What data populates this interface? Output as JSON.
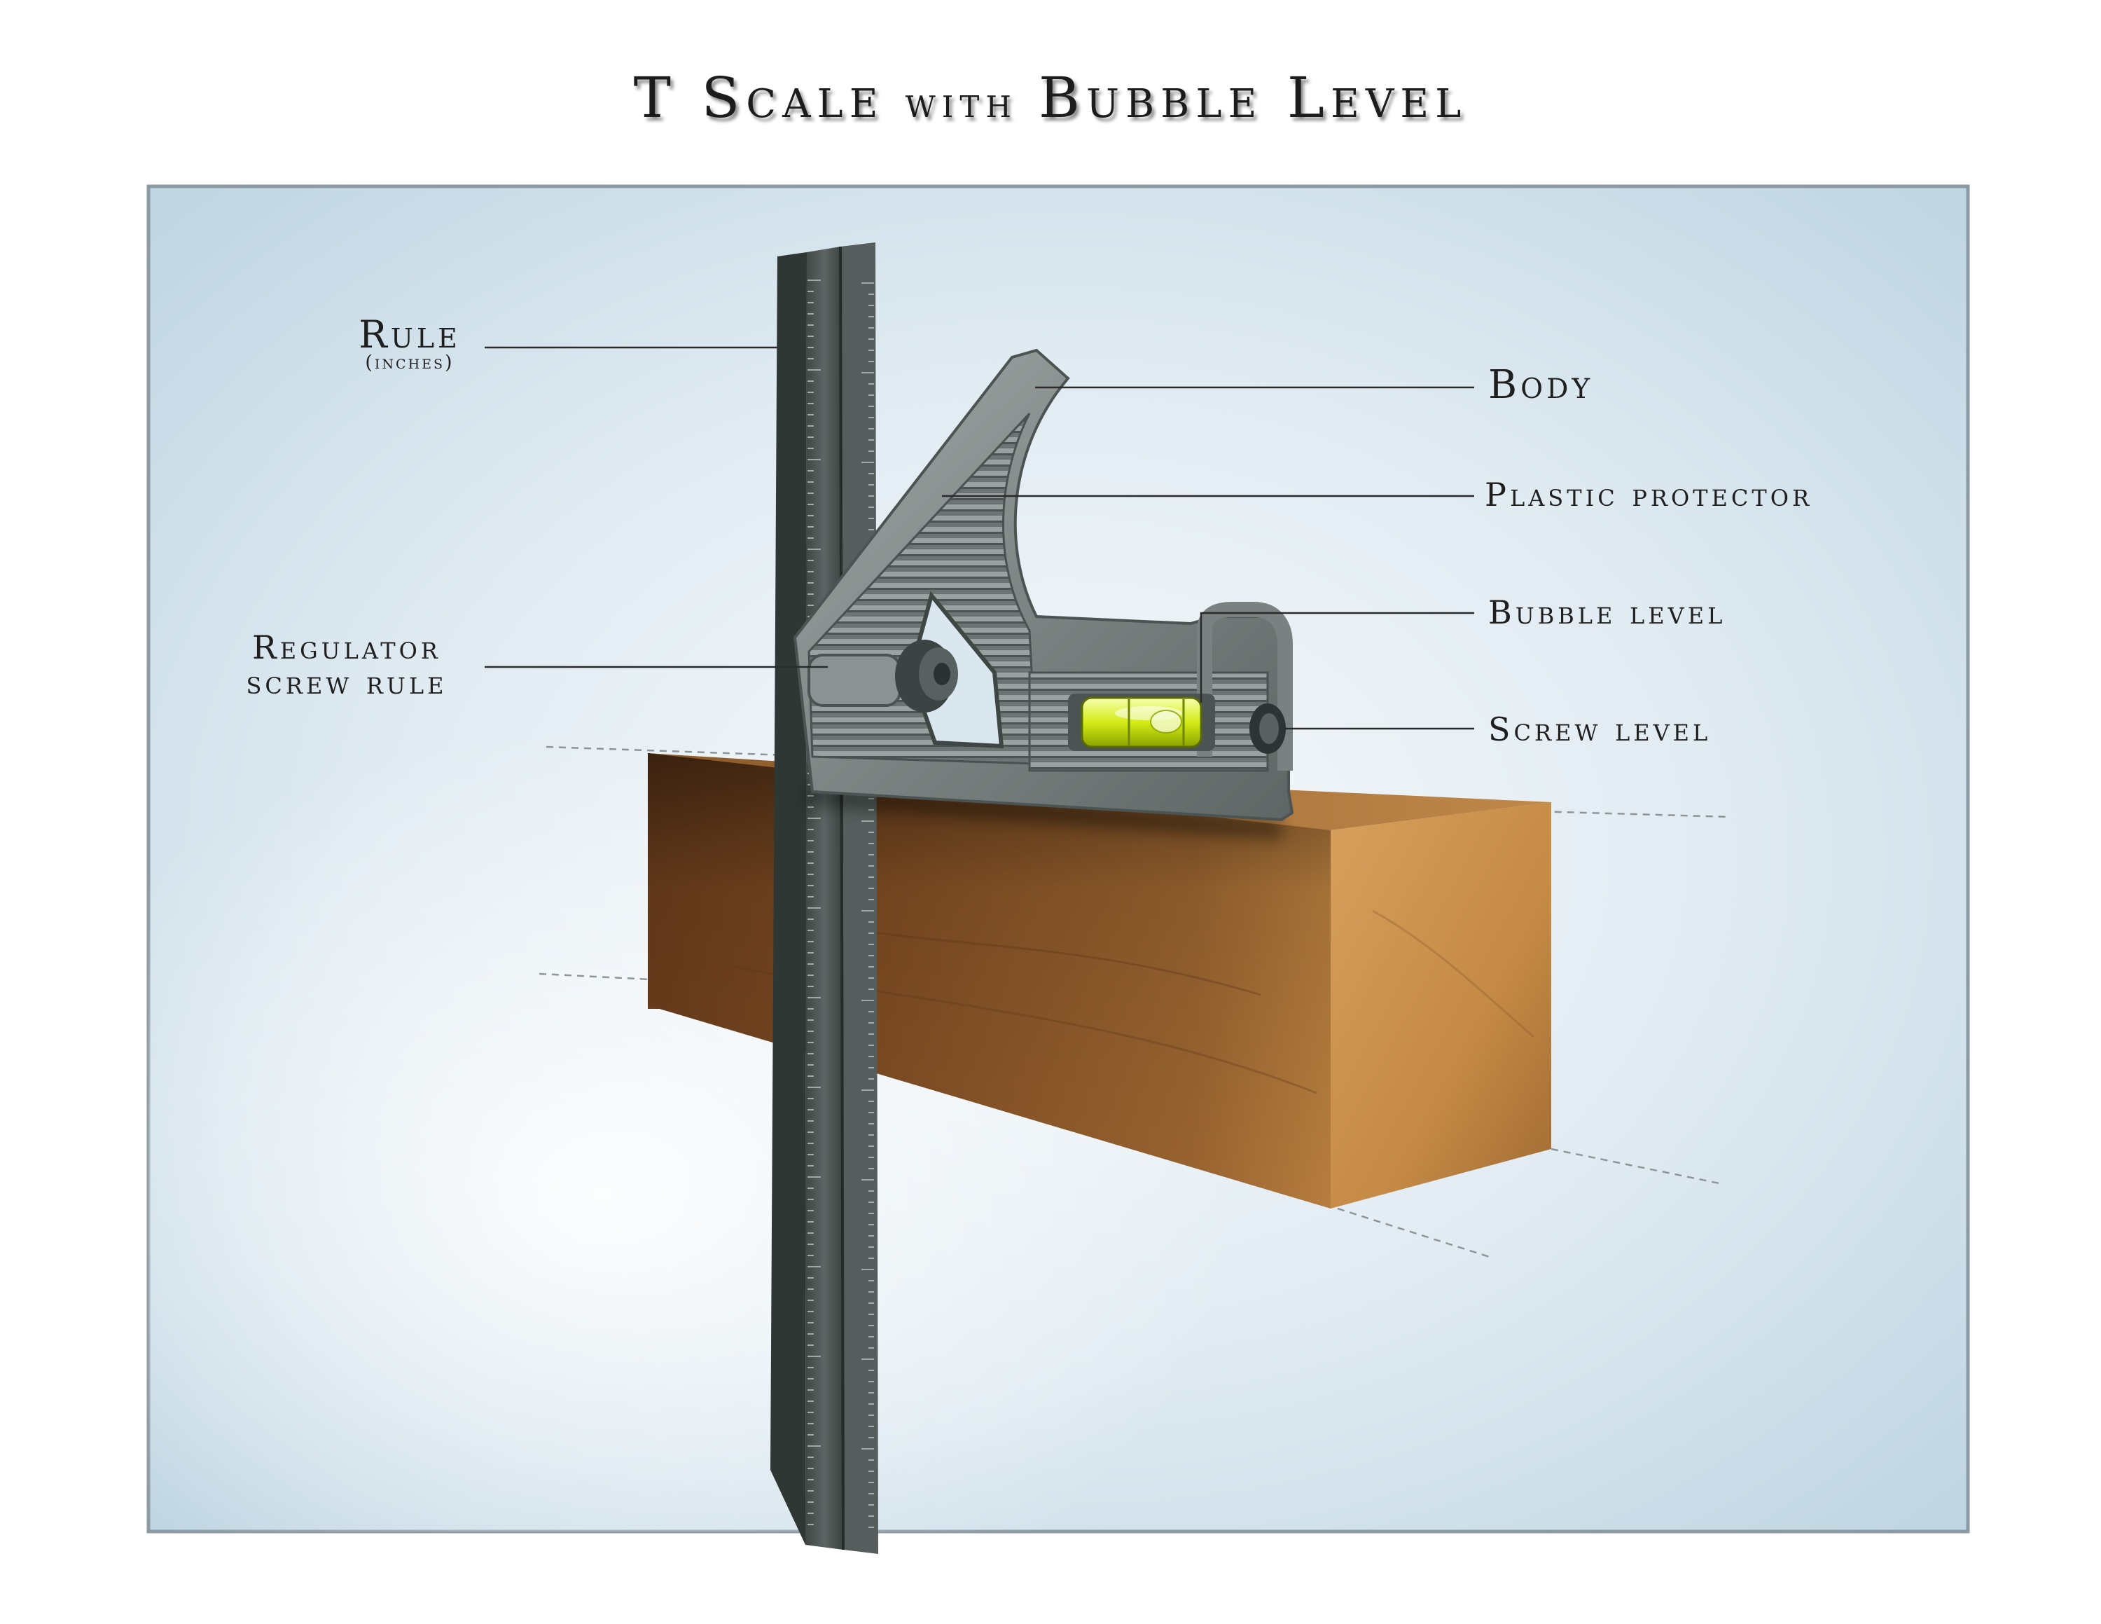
{
  "title": {
    "part1": "T Scale",
    "part2": "with",
    "part3": "Bubble Level"
  },
  "labels": {
    "rule": "Rule",
    "rule_unit": "(inches)",
    "body": "Body",
    "plastic_protector": "Plastic protector",
    "bubble_level": "Bubble level",
    "regulator_line1": "Regulator",
    "regulator_line2": "screw rule",
    "screw_level": "Screw level"
  },
  "colors": {
    "panel": "#c9dde8",
    "wood": "#a8682f",
    "metal": "#5f6866",
    "bubble": "#d8ef1a"
  }
}
